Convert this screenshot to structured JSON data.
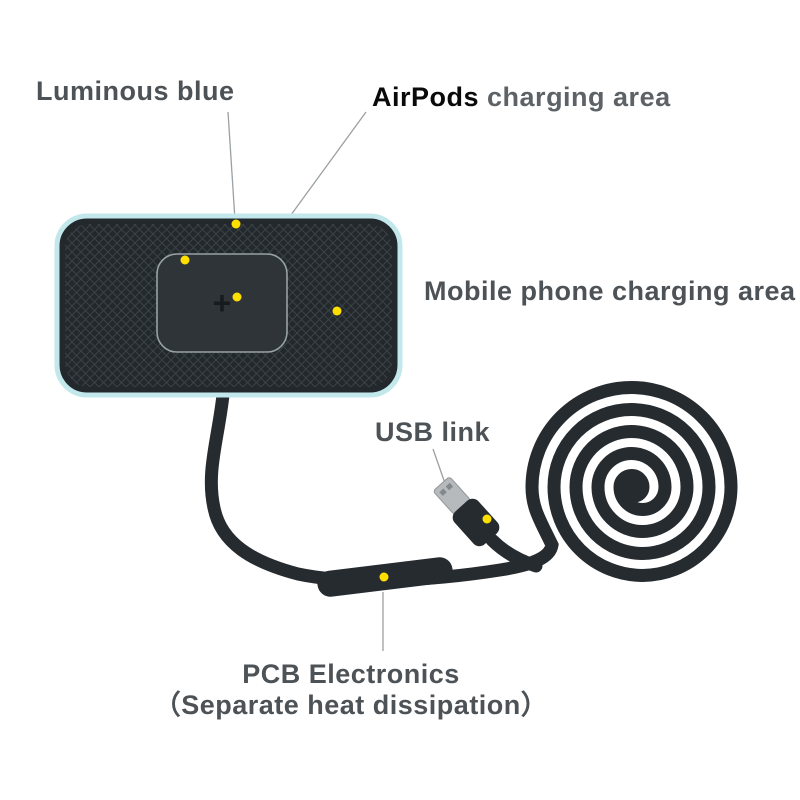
{
  "labels": {
    "luminous_blue": "Luminous blue",
    "airpods_bold": "AirPods",
    "airpods_rest": " charging area",
    "mobile_area": "Mobile phone charging area",
    "usb_link": "USB link",
    "pcb_line1": "PCB Electronics",
    "pcb_line2": "（Separate heat dissipation）"
  },
  "illustration": {
    "plus_mark": "+",
    "colors": {
      "pad_fill": "#23282c",
      "pad_texture_line": "#3a4247",
      "pad_glow_outline": "#c3e8ec",
      "inner_square_fill": "#2e3438",
      "inner_square_outline": "#aab6b8",
      "cable": "#262b30",
      "marker_dot": "#ffdf00",
      "usb_metal": "#b6babd",
      "pointer_line": "#9aa0a4"
    }
  }
}
